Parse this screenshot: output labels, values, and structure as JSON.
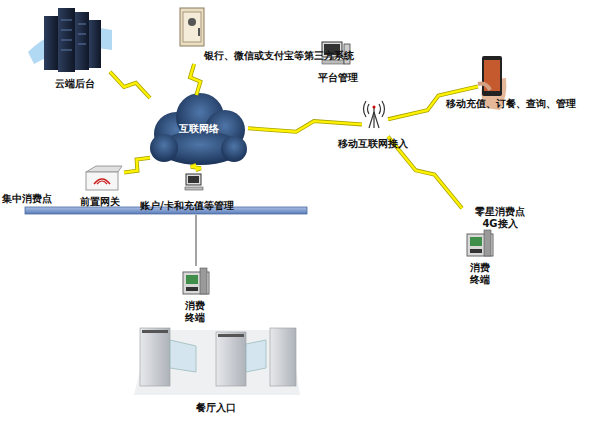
{
  "diagram": {
    "nodes": [
      {
        "text": [
          "云端后台"
        ]
      },
      {
        "text": [
          "银行、微信或支付宝等第三方系统"
        ]
      },
      {
        "text": [
          "平台管理"
        ]
      },
      {
        "text": [
          "互联网络"
        ]
      },
      {
        "text": [
          "移动互联网接入"
        ]
      },
      {
        "text": [
          "移动充值、订餐、查询、管理"
        ]
      },
      {
        "text": [
          "集中消费点"
        ]
      },
      {
        "text": [
          "前置网关"
        ]
      },
      {
        "text": [
          "账户/卡和充值等管理"
        ]
      },
      {
        "text": [
          "零星消费点 4G接入",
          "消费 终端"
        ]
      },
      {
        "text": [
          "消费 终端"
        ]
      },
      {
        "text": [
          "餐厅入口"
        ]
      }
    ],
    "edges": [
      {
        "from": 0,
        "to": 3,
        "arrow": "none"
      },
      {
        "from": 1,
        "to": 3,
        "arrow": "none"
      },
      {
        "from": 3,
        "to": 4,
        "arrow": "none"
      },
      {
        "from": 4,
        "to": 5,
        "arrow": "none"
      },
      {
        "from": 4,
        "to": 9,
        "arrow": "none"
      },
      {
        "from": 7,
        "to": 3,
        "arrow": "none"
      },
      {
        "from": 8,
        "to": 3,
        "arrow": "none"
      },
      {
        "from": 6,
        "to": 10,
        "arrow": "none"
      }
    ]
  }
}
